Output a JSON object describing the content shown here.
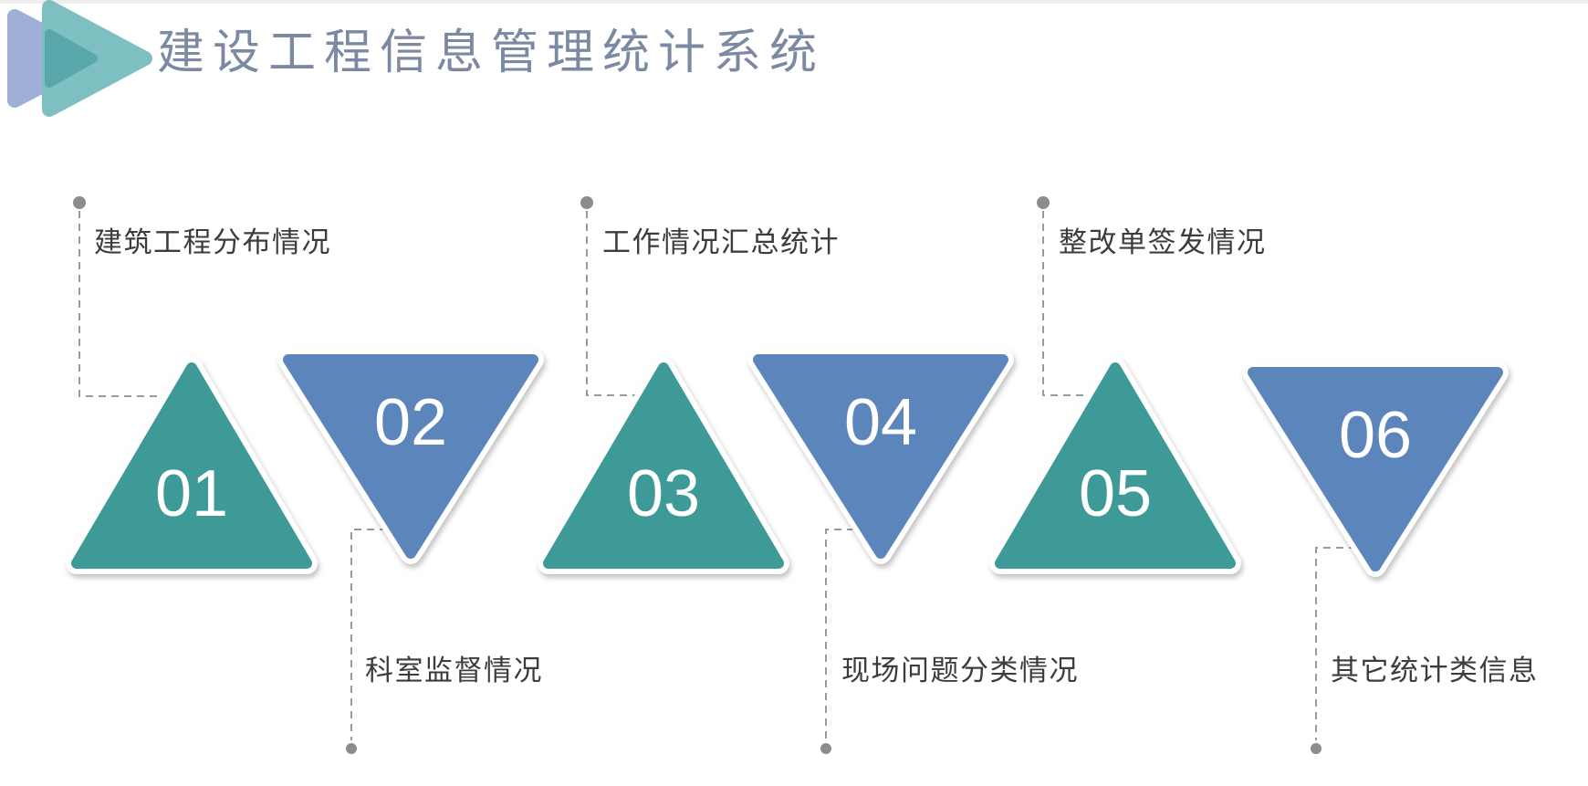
{
  "slide_title": "建设工程信息管理统计系统",
  "logo": {
    "icon": "play-triangles-logo"
  },
  "items": [
    {
      "number": "01",
      "label": "建筑工程分布情况",
      "direction": "up",
      "color": "teal",
      "label_position": "top"
    },
    {
      "number": "02",
      "label": "科室监督情况",
      "direction": "down",
      "color": "blue",
      "label_position": "bottom"
    },
    {
      "number": "03",
      "label": "工作情况汇总统计",
      "direction": "up",
      "color": "teal",
      "label_position": "top"
    },
    {
      "number": "04",
      "label": "现场问题分类情况",
      "direction": "down",
      "color": "blue",
      "label_position": "bottom"
    },
    {
      "number": "05",
      "label": "整改单签发情况",
      "direction": "up",
      "color": "teal",
      "label_position": "top"
    },
    {
      "number": "06",
      "label": "其它统计类信息",
      "direction": "down",
      "color": "blue",
      "label_position": "bottom"
    }
  ],
  "colors": {
    "background": "#FFFFFF",
    "edge-strip": "#EFEEEE",
    "teal": "#3E9A96",
    "blue": "#5C86BB",
    "triangle-rim": "#FFFFFF",
    "number-text": "#FFFFFF",
    "title-text": "#7B89A2",
    "label-text": "#3C3C3C",
    "connector": "#9A9A9A",
    "dot": "#8C8C8C",
    "logo-back": "#9FAFD8",
    "logo-front": "#7EC0C1",
    "logo-overlap": "#58A8AB"
  }
}
